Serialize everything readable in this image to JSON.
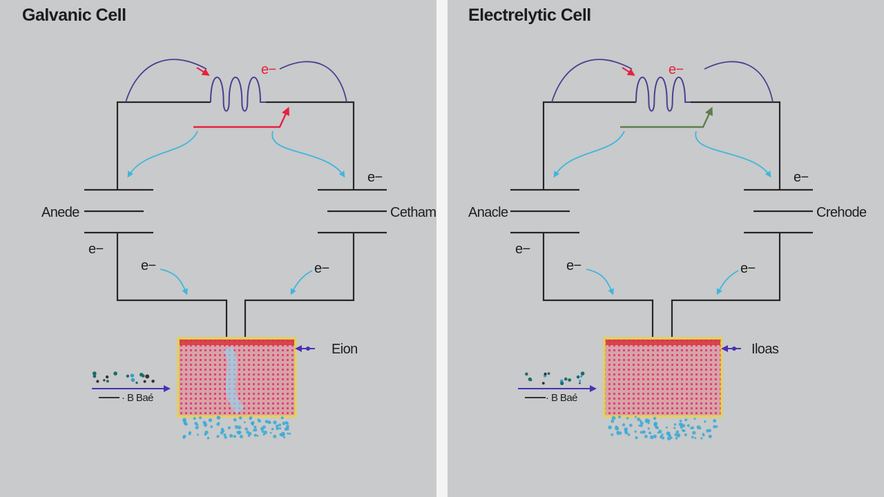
{
  "colors": {
    "background": "#c8cacb",
    "wire": "#262626",
    "arc": "#4a3f8f",
    "red_arrow": "#e8203e",
    "green_arrow": "#5e7e4c",
    "cyan_arrow": "#3fb6dc",
    "membrane_border": "#e8d24a",
    "membrane_fill": "#d7a4a6",
    "membrane_dots": "#e23f7e",
    "ion_arrow": "#4b2fb5",
    "particles": "#3aa9d6"
  },
  "left": {
    "title": "Galvanic Cell",
    "anode_label": "Anede",
    "cathode_label": "Cetham",
    "e_top": "e−",
    "e_right": "e−",
    "e_left": "e−",
    "e_mid_left": "e−",
    "e_mid_right": "e−",
    "ion_label": "Eion",
    "scribble": "· B Baé"
  },
  "right": {
    "title": "Electrelytic Cell",
    "anode_label": "Anacle",
    "cathode_label": "Crehode",
    "e_top": "e−",
    "e_right": "e−",
    "e_left": "e−",
    "e_mid_left": "e−",
    "e_mid_right": "e−",
    "ion_label": "Iloas",
    "scribble": "· B Baé"
  }
}
